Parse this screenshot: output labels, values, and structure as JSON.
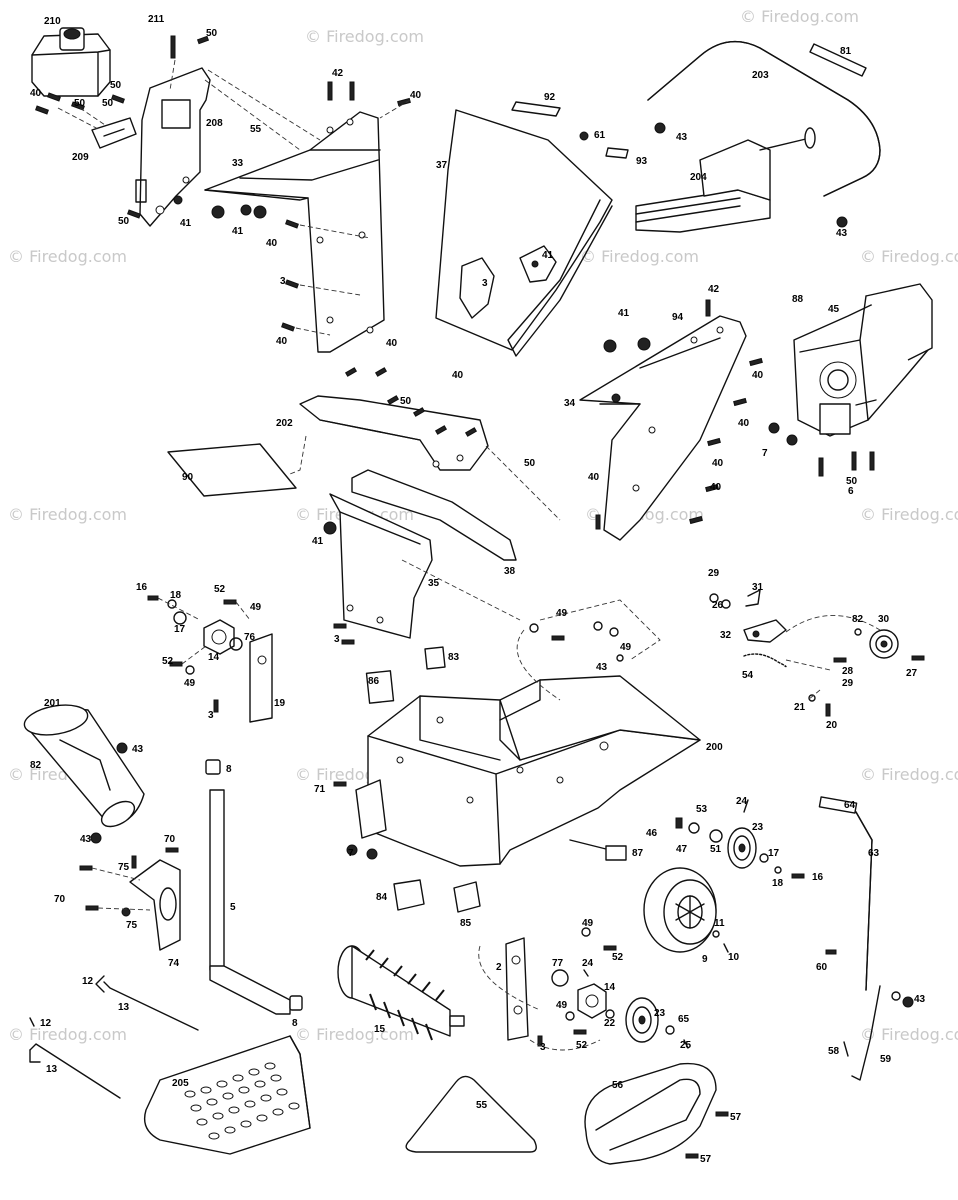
{
  "watermark": "© Firedog.com",
  "labels": {
    "p210": "210",
    "p211": "211",
    "p50": "50",
    "p40": "40",
    "p208": "208",
    "p209": "209",
    "p41": "41",
    "p42": "42",
    "p55": "55",
    "p33": "33",
    "p3": "3",
    "p92": "92",
    "p61": "61",
    "p93": "93",
    "p37": "37",
    "p81": "81",
    "p203": "203",
    "p43": "43",
    "p204": "204",
    "p94": "94",
    "p34": "34",
    "p88": "88",
    "p45": "45",
    "p7": "7",
    "p6": "6",
    "p202": "202",
    "p90": "90",
    "p38": "38",
    "p35": "35",
    "p16": "16",
    "p18": "18",
    "p52": "52",
    "p49": "49",
    "p17": "17",
    "p76": "76",
    "p14": "14",
    "p19": "19",
    "p29": "29",
    "p31": "31",
    "p26": "26",
    "p32": "32",
    "p82": "82",
    "p30": "30",
    "p54": "54",
    "p28": "28",
    "p27": "27",
    "p21": "21",
    "p20": "20",
    "p86": "86",
    "p83": "83",
    "p201": "201",
    "p8": "8",
    "p71": "71",
    "p200": "200",
    "p64": "64",
    "p53": "53",
    "p24": "24",
    "p46": "46",
    "p51": "51",
    "p23": "23",
    "p47": "47",
    "p87": "87",
    "p63": "63",
    "p70": "70",
    "p75": "75",
    "p74": "74",
    "p5": "5",
    "p84": "84",
    "p85": "85",
    "p9": "9",
    "p11": "11",
    "p10": "10",
    "p2": "2",
    "p77": "77",
    "p22": "22",
    "p65": "65",
    "p25": "25",
    "p60": "60",
    "p12": "12",
    "p13": "13",
    "p15": "15",
    "p58": "58",
    "p59": "59",
    "p205": "205",
    "p56": "56",
    "p57": "57"
  }
}
